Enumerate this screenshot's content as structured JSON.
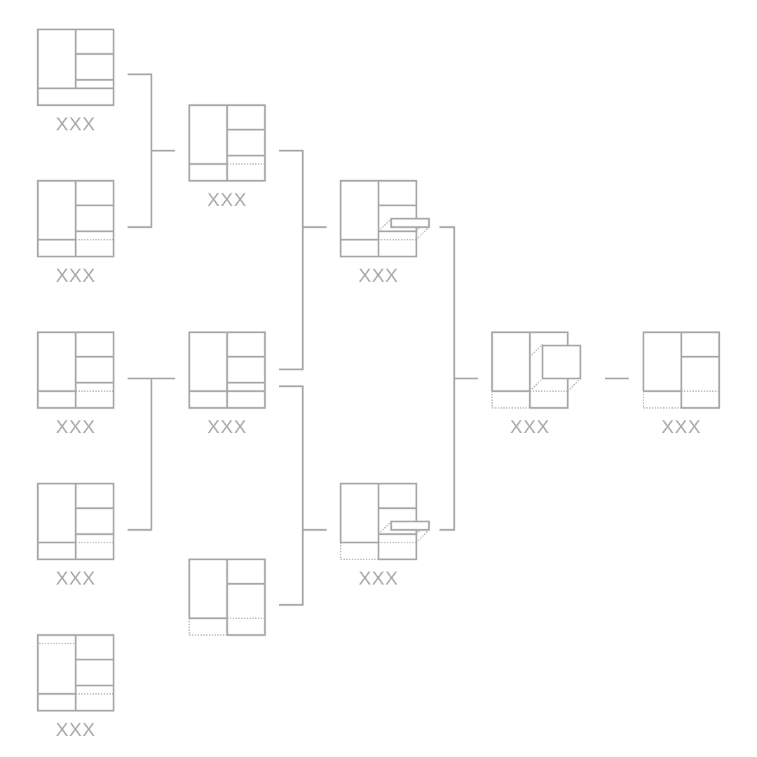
{
  "colors": {
    "stroke": "#a6a6a6",
    "label": "#a6a6a6",
    "background": "#ffffff"
  },
  "labels": {
    "c1_r1": "XXX",
    "c1_r2": "XXX",
    "c1_r3": "XXX",
    "c1_r4": "XXX",
    "c1_r5": "XXX",
    "c2_r1": "XXX",
    "c2_r2": "XXX",
    "c2_r3": "",
    "c3_r1": "XXX",
    "c3_r2": "XXX",
    "c4": "XXX",
    "c5": "XXX"
  }
}
